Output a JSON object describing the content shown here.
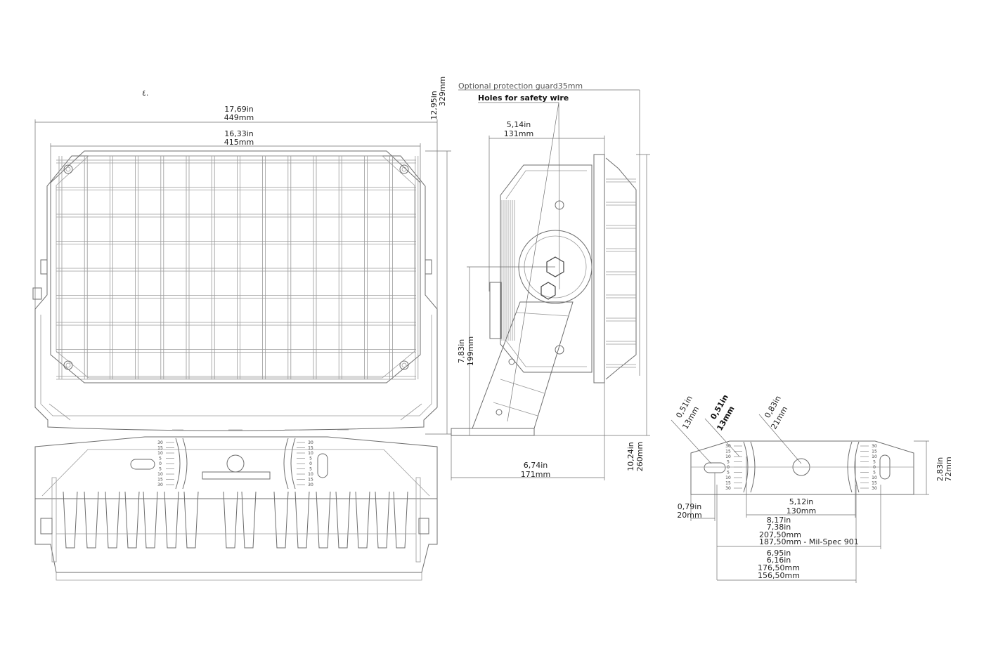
{
  "title": "",
  "stray_mark": "٤.",
  "front_view": {
    "overall_width_in": "17,69in",
    "overall_width_mm": "449mm",
    "guard_width_in": "16,33in",
    "guard_width_mm": "415mm",
    "height_in": "12,95in",
    "height_mm": "329mm"
  },
  "side_view": {
    "guard_note": "Optional protection guard35mm",
    "wire_note": "Holes for safety wire",
    "depth_in": "5,14in",
    "depth_mm": "131mm",
    "bracket_in": "7,83in",
    "bracket_mm": "199mm",
    "base_in": "6,74in",
    "base_mm": "171mm",
    "total_h_in": "10,24in",
    "total_h_mm": "260mm"
  },
  "bracket_view": {
    "hole1_in": "0,51in",
    "hole1_mm": "13mm",
    "hole2_in": "0,51in",
    "hole2_mm": "13mm",
    "hole3_in": "0,83in",
    "hole3_mm": "21mm",
    "height_in": "2,83in",
    "height_mm": "72mm",
    "edge_in": "0,79in",
    "edge_mm": "20mm",
    "spacing_in": "5,12in",
    "spacing_mm": "130mm",
    "d1_in_a": "8,17in",
    "d1_in_b": "7,38in",
    "d1_mm_a": "207,50mm",
    "d1_mm_b": "187,50mm - Mil-Spec 901",
    "d2_in_a": "6,95in",
    "d2_in_b": "6,16in",
    "d2_mm_a": "176,50mm",
    "d2_mm_b": "156,50mm"
  },
  "scale_labels": [
    "30",
    "15",
    "10",
    "5",
    "0",
    "5",
    "10",
    "15",
    "30"
  ]
}
